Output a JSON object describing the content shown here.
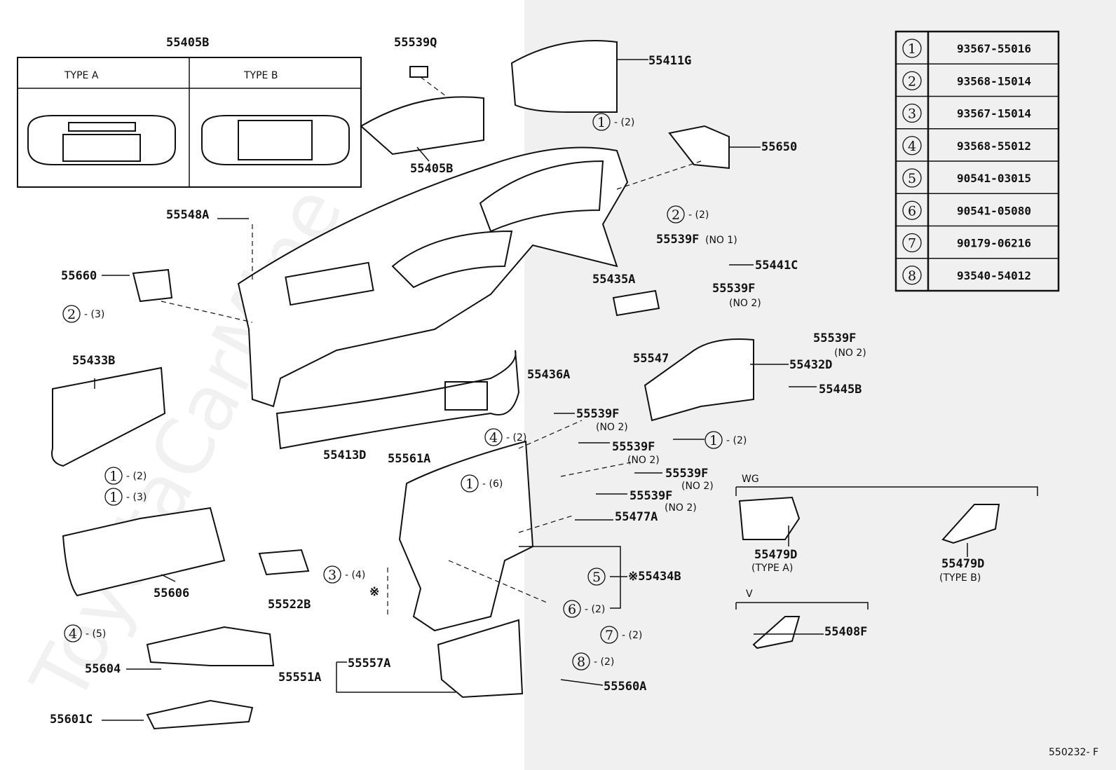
{
  "watermark": "ToyotaCarMine",
  "figure_code": "550232- F",
  "inset": {
    "title": "55405B",
    "type_a": "TYPE  A",
    "type_b": "TYPE  B"
  },
  "fastener_table": [
    {
      "ref": "1",
      "part": "93567-55016"
    },
    {
      "ref": "2",
      "part": "93568-15014"
    },
    {
      "ref": "3",
      "part": "93567-15014"
    },
    {
      "ref": "4",
      "part": "93568-55012"
    },
    {
      "ref": "5",
      "part": "90541-03015"
    },
    {
      "ref": "6",
      "part": "90541-05080"
    },
    {
      "ref": "7",
      "part": "90179-06216"
    },
    {
      "ref": "8",
      "part": "93540-54012"
    }
  ],
  "labels": {
    "p55539Q": "55539Q",
    "p55411G": "55411G",
    "p55405B": "55405B",
    "p55650": "55650",
    "p55548A": "55548A",
    "p55539F_no1": "55539F",
    "no1": "(NO 1)",
    "p55441C": "55441C",
    "p55660": "55660",
    "p55435A": "55435A",
    "p55539F_a": "55539F",
    "p55547": "55547",
    "p55539F_b": "55539F",
    "p55432D": "55432D",
    "p55433B": "55433B",
    "p55436A": "55436A",
    "p55445B": "55445B",
    "p55539F_c": "55539F",
    "p55539F_d": "55539F",
    "p55539F_e": "55539F",
    "p55539F_f": "55539F",
    "p55413D": "55413D",
    "p55561A": "55561A",
    "p55477A": "55477A",
    "p55479D_a": "55479D",
    "type_a": "(TYPE  A)",
    "p55479D_b": "55479D",
    "type_b": "(TYPE  B)",
    "p55434B": "※55434B",
    "ref_mark": "※",
    "p55606": "55606",
    "p55522B": "55522B",
    "p55408F": "55408F",
    "p55557A": "55557A",
    "p55604": "55604",
    "p55551A": "55551A",
    "p55560A": "55560A",
    "p55601C": "55601C",
    "no2": "(NO 2)",
    "wg": "WG",
    "v": "V"
  },
  "callouts": [
    {
      "ref": "1",
      "qty": "- (2)"
    },
    {
      "ref": "2",
      "qty": "- (2)"
    },
    {
      "ref": "2",
      "qty": "- (3)"
    },
    {
      "ref": "4",
      "qty": "- (2)"
    },
    {
      "ref": "1",
      "qty": "- (2)"
    },
    {
      "ref": "1",
      "qty": "- (6)"
    },
    {
      "ref": "1",
      "qty": "- (2)"
    },
    {
      "ref": "1",
      "qty": "- (3)"
    },
    {
      "ref": "3",
      "qty": "- (4)"
    },
    {
      "ref": "5",
      "qty": ""
    },
    {
      "ref": "6",
      "qty": "- (2)"
    },
    {
      "ref": "4",
      "qty": "- (5)"
    },
    {
      "ref": "7",
      "qty": "- (2)"
    },
    {
      "ref": "8",
      "qty": "- (2)"
    }
  ]
}
